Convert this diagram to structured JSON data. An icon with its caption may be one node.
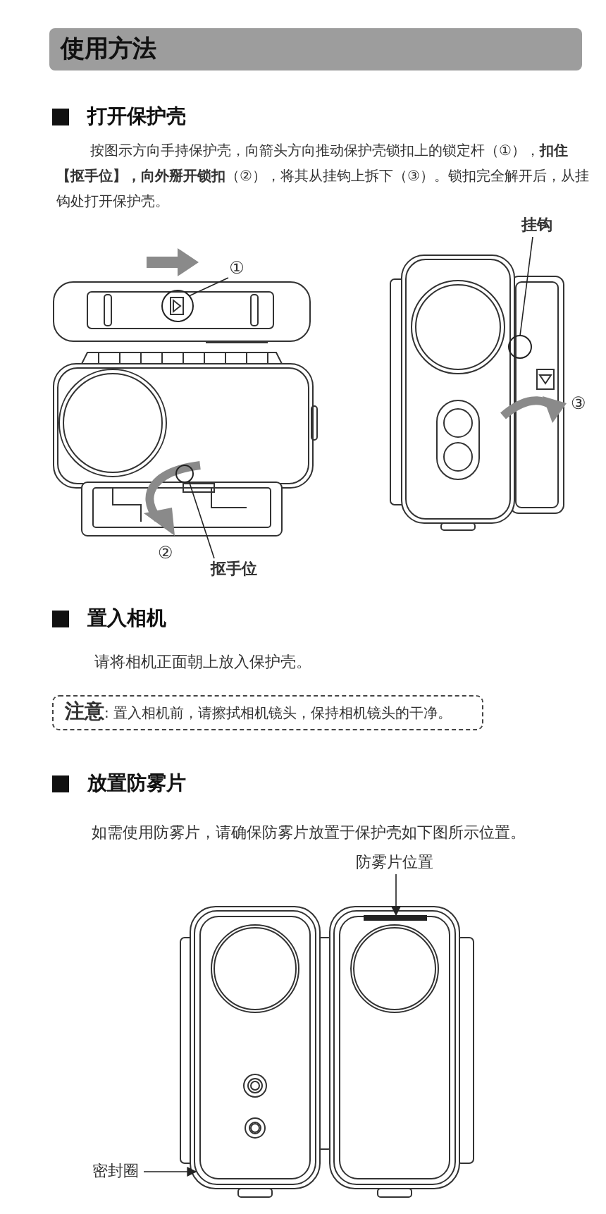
{
  "diagram": {
    "title": "使用方法",
    "nodes": [
      {
        "text": [
          "①"
        ]
      },
      {
        "text": [],
        "shape": "circle"
      },
      {
        "text": [
          "挂钩"
        ]
      },
      {
        "text": [],
        "shape": "circle"
      },
      {
        "text": [
          "抠手位"
        ]
      },
      {
        "text": [],
        "shape": "circle"
      },
      {
        "text": [
          "**注意**: 置入相机前，请擦拭相机镜头，保持相机镜头的干净。"
        ]
      },
      {
        "text": [
          "防雾片位置"
        ]
      },
      {
        "text": [],
        "shape": "bar"
      },
      {
        "text": [
          "密封圈"
        ]
      },
      {
        "text": [],
        "shape": "box"
      }
    ],
    "edges": [
      {
        "from": 0,
        "to": 1,
        "arrow": "none"
      },
      {
        "from": 2,
        "to": 3,
        "arrow": "none"
      },
      {
        "from": 4,
        "to": 5,
        "arrow": "none"
      },
      {
        "from": 7,
        "to": 8,
        "arrow": "to"
      },
      {
        "from": 9,
        "to": 10,
        "arrow": "to"
      }
    ],
    "labels": [
      "打开保护壳",
      "按图示方向手持保护壳，向箭头方向推动保护壳锁扣上的锁定杆（①），**扣住【抠手位】，向外掰开锁扣**（②），将其从挂钩上拆下（③）。锁扣完全解开后，从挂钩处打开保护壳。",
      "③",
      "②",
      "置入相机",
      "请将相机正面朝上放入保护壳。",
      "放置防雾片",
      "如需使用防雾片，请确保防雾片放置于保护壳如下图所示位置。"
    ]
  }
}
